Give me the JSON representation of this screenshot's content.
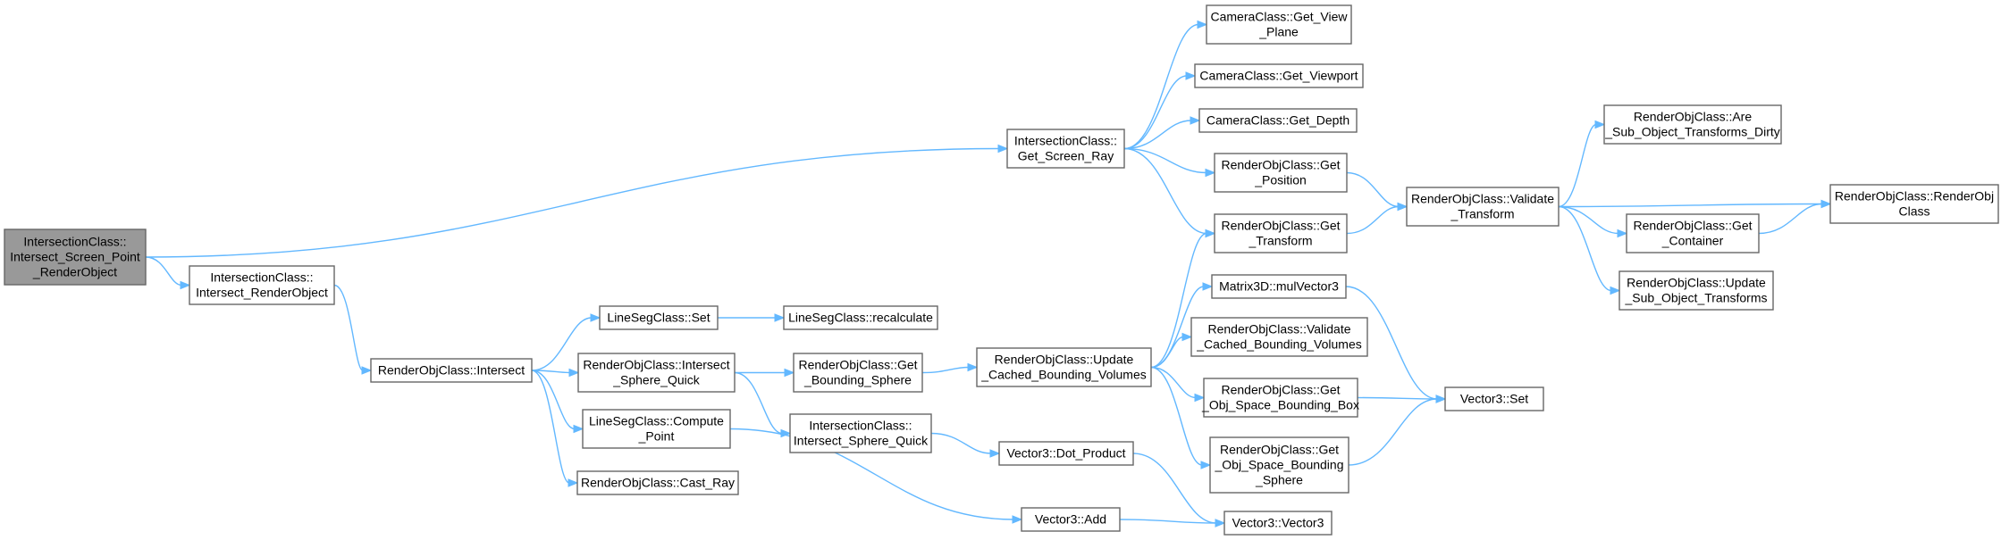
{
  "diagram": {
    "type": "call-graph",
    "colors": {
      "root_fill": "#999999",
      "node_fill": "#ffffff",
      "node_border": "#666666",
      "edge": "#63b8ff",
      "text": "#000000"
    },
    "nodes": [
      {
        "id": "root",
        "lines": [
          "IntersectionClass::",
          "Intersect_Screen_Point",
          "_RenderObject"
        ],
        "root": true
      },
      {
        "id": "isr",
        "lines": [
          "IntersectionClass::",
          "Intersect_RenderObject"
        ]
      },
      {
        "id": "gsr",
        "lines": [
          "IntersectionClass::",
          "Get_Screen_Ray"
        ]
      },
      {
        "id": "roi",
        "lines": [
          "RenderObjClass::Intersect"
        ]
      },
      {
        "id": "lss",
        "lines": [
          "LineSegClass::Set"
        ]
      },
      {
        "id": "lsr",
        "lines": [
          "LineSegClass::recalculate"
        ]
      },
      {
        "id": "risq",
        "lines": [
          "RenderObjClass::Intersect",
          "_Sphere_Quick"
        ]
      },
      {
        "id": "lscp",
        "lines": [
          "LineSegClass::Compute",
          "_Point"
        ]
      },
      {
        "id": "rocr",
        "lines": [
          "RenderObjClass::Cast_Ray"
        ]
      },
      {
        "id": "rogbs",
        "lines": [
          "RenderObjClass::Get",
          "_Bounding_Sphere"
        ]
      },
      {
        "id": "iisq",
        "lines": [
          "IntersectionClass::",
          "Intersect_Sphere_Quick"
        ]
      },
      {
        "id": "roucbv",
        "lines": [
          "RenderObjClass::Update",
          "_Cached_Bounding_Volumes"
        ]
      },
      {
        "id": "v3dp",
        "lines": [
          "Vector3::Dot_Product"
        ]
      },
      {
        "id": "v3add",
        "lines": [
          "Vector3::Add"
        ]
      },
      {
        "id": "cgvp",
        "lines": [
          "CameraClass::Get_View",
          "_Plane"
        ]
      },
      {
        "id": "cgv",
        "lines": [
          "CameraClass::Get_Viewport"
        ]
      },
      {
        "id": "cgd",
        "lines": [
          "CameraClass::Get_Depth"
        ]
      },
      {
        "id": "rogp",
        "lines": [
          "RenderObjClass::Get",
          "_Position"
        ]
      },
      {
        "id": "rogt",
        "lines": [
          "RenderObjClass::Get",
          "_Transform"
        ]
      },
      {
        "id": "m3d",
        "lines": [
          "Matrix3D::mulVector3"
        ]
      },
      {
        "id": "rovcbv",
        "lines": [
          "RenderObjClass::Validate",
          "_Cached_Bounding_Volumes"
        ]
      },
      {
        "id": "rogosbb",
        "lines": [
          "RenderObjClass::Get",
          "_Obj_Space_Bounding_Box"
        ]
      },
      {
        "id": "rogosbs",
        "lines": [
          "RenderObjClass::Get",
          "_Obj_Space_Bounding",
          "_Sphere"
        ]
      },
      {
        "id": "v3v3",
        "lines": [
          "Vector3::Vector3"
        ]
      },
      {
        "id": "rovt",
        "lines": [
          "RenderObjClass::Validate",
          "_Transform"
        ]
      },
      {
        "id": "v3set",
        "lines": [
          "Vector3::Set"
        ]
      },
      {
        "id": "roasotd",
        "lines": [
          "RenderObjClass::Are",
          "_Sub_Object_Transforms_Dirty"
        ]
      },
      {
        "id": "rogc",
        "lines": [
          "RenderObjClass::Get",
          "_Container"
        ]
      },
      {
        "id": "rousot",
        "lines": [
          "RenderObjClass::Update",
          "_Sub_Object_Transforms"
        ]
      },
      {
        "id": "rorc",
        "lines": [
          "RenderObjClass::RenderObj",
          "Class"
        ]
      }
    ],
    "edges": [
      [
        "root",
        "gsr"
      ],
      [
        "root",
        "isr"
      ],
      [
        "isr",
        "roi"
      ],
      [
        "roi",
        "lss"
      ],
      [
        "roi",
        "risq"
      ],
      [
        "roi",
        "lscp"
      ],
      [
        "roi",
        "rocr"
      ],
      [
        "lss",
        "lsr"
      ],
      [
        "risq",
        "rogbs"
      ],
      [
        "risq",
        "iisq"
      ],
      [
        "rogbs",
        "roucbv"
      ],
      [
        "iisq",
        "v3dp"
      ],
      [
        "lscp",
        "v3add"
      ],
      [
        "gsr",
        "cgvp"
      ],
      [
        "gsr",
        "cgv"
      ],
      [
        "gsr",
        "cgd"
      ],
      [
        "gsr",
        "rogp"
      ],
      [
        "gsr",
        "rogt"
      ],
      [
        "roucbv",
        "rogt"
      ],
      [
        "roucbv",
        "m3d"
      ],
      [
        "roucbv",
        "rovcbv"
      ],
      [
        "roucbv",
        "rogosbb"
      ],
      [
        "roucbv",
        "rogosbs"
      ],
      [
        "v3dp",
        "v3v3"
      ],
      [
        "v3add",
        "v3v3"
      ],
      [
        "rogp",
        "rovt"
      ],
      [
        "rogt",
        "rovt"
      ],
      [
        "m3d",
        "v3set"
      ],
      [
        "rogosbb",
        "v3set"
      ],
      [
        "rogosbs",
        "v3set"
      ],
      [
        "rovt",
        "roasotd"
      ],
      [
        "rovt",
        "rogc"
      ],
      [
        "rovt",
        "rousot"
      ],
      [
        "rovt",
        "rorc"
      ],
      [
        "rogc",
        "rorc"
      ]
    ]
  }
}
